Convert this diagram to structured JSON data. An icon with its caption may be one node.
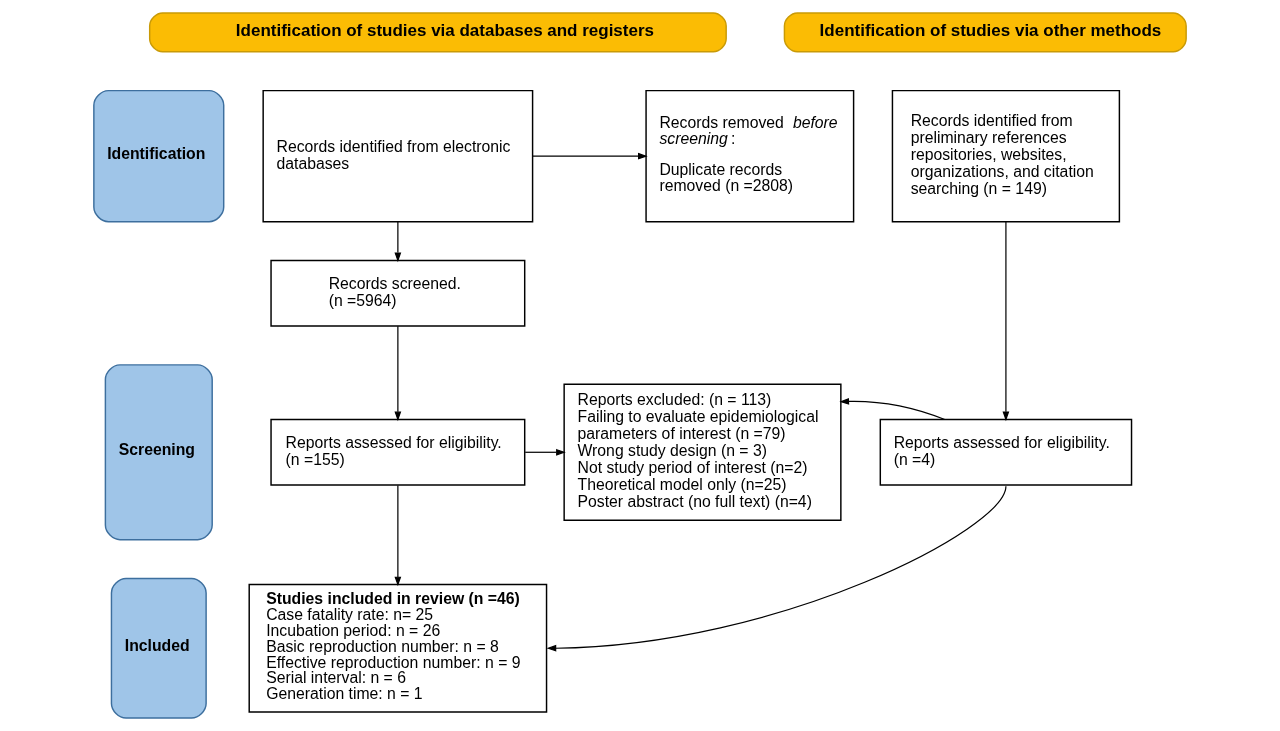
{
  "diagram": {
    "nodes": [
      {
        "text": [
          "Identification of studies via databases and registers"
        ]
      },
      {
        "text": [
          "Identification of studies via other methods"
        ]
      },
      {
        "text": [
          "Identification"
        ]
      },
      {
        "text": [
          "Screening"
        ]
      },
      {
        "text": [
          "Included"
        ]
      },
      {
        "text": [
          "Records identified from electronic databases"
        ]
      },
      {
        "text": [
          "Records removed *before screening*:",
          "Duplicate records removed (n =2808)"
        ]
      },
      {
        "text": [
          "Records identified from preliminary references repositories, websites, organizations, and citation searching (n = 149)"
        ]
      },
      {
        "text": [
          "Records screened. (n =5964)"
        ]
      },
      {
        "text": [
          "Reports assessed for eligibility. (n =155)"
        ]
      },
      {
        "text": [
          "Reports excluded: (n = 113)",
          "Failing to evaluate epidemiological parameters of interest (n =79)",
          "Wrong study design (n = 3)",
          "Not study period of interest (n=2)",
          "Theoretical model only (n=25)",
          "Poster abstract (no full text) (n=4)"
        ]
      },
      {
        "text": [
          "Reports assessed for eligibility. (n =4)"
        ]
      },
      {
        "text": [
          "Studies included in review (n =46)",
          "Case fatality rate: n= 25",
          "Incubation period: n = 26",
          "Basic reproduction number: n = 8",
          "Effective reproduction number: n = 9",
          "Serial interval: n = 6",
          "Generation time: n = 1"
        ]
      }
    ],
    "edges": [
      {
        "from": 5,
        "to": 6,
        "arrow": "to"
      },
      {
        "from": 5,
        "to": 8,
        "arrow": "to"
      },
      {
        "from": 8,
        "to": 9,
        "arrow": "to"
      },
      {
        "from": 9,
        "to": 10,
        "arrow": "to"
      },
      {
        "from": 9,
        "to": 12,
        "arrow": "to"
      },
      {
        "from": 7,
        "to": 11,
        "arrow": "to"
      },
      {
        "from": 11,
        "to": 10,
        "arrow": "to"
      },
      {
        "from": 11,
        "to": 12,
        "arrow": "to"
      }
    ]
  }
}
